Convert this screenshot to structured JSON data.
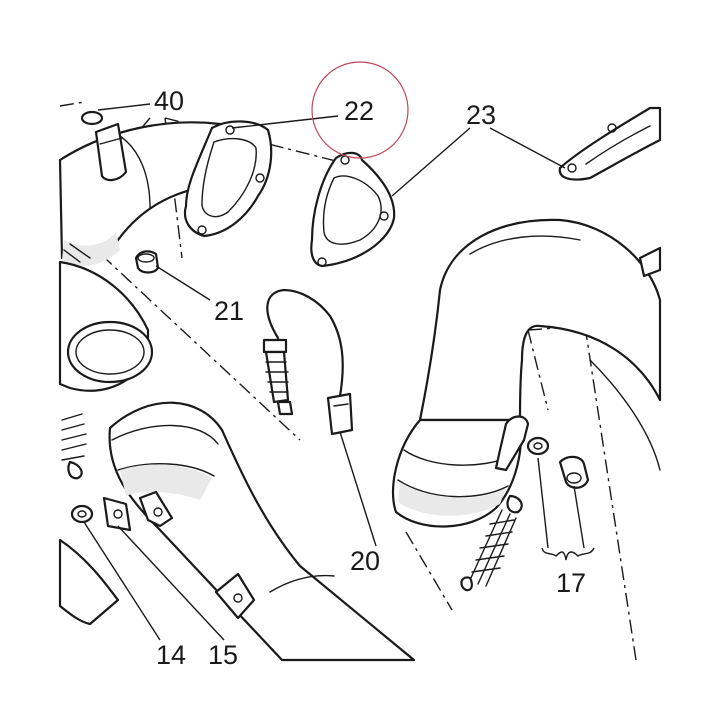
{
  "callouts": [
    {
      "id": "40",
      "label": "40"
    },
    {
      "id": "22",
      "label": "22"
    },
    {
      "id": "23",
      "label": "23"
    },
    {
      "id": "21",
      "label": "21"
    },
    {
      "id": "20",
      "label": "20"
    },
    {
      "id": "17",
      "label": "17"
    },
    {
      "id": "14",
      "label": "14"
    },
    {
      "id": "15",
      "label": "15"
    }
  ],
  "highlight": {
    "callout": "22",
    "color": "#c0485a"
  }
}
